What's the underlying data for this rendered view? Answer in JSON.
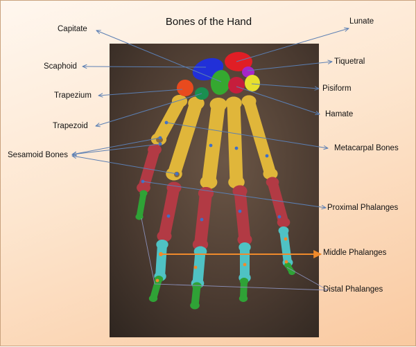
{
  "title": "Bones of the Hand",
  "labels": {
    "capitate": "Capitate",
    "lunate": "Lunate",
    "scaphoid": "Scaphoid",
    "tiquetral": "Tiquetral",
    "trapezium": "Trapezium",
    "pisiform": "Pisiform",
    "hamate": "Hamate",
    "trapezoid": "Trapezoid",
    "sesamoid": "Sesamoid Bones",
    "metacarpal": "Metacarpal Bones",
    "proximal": "Proximal Phalanges",
    "middle": "Middle Phalanges",
    "distal": "Distal Phalanges"
  },
  "colors": {
    "background": "#fde6cf",
    "photo_background": "#4a3a30",
    "leader_line": "#5b7fb3",
    "metacarpal": "#e0b63a",
    "proximal_phalanx": "#b23a44",
    "middle_phalanx": "#4fc2c4",
    "distal_phalanx": "#2fa236",
    "capitate": "#35a830",
    "lunate": "#e01e25",
    "scaphoid": "#2130d8",
    "trapezium": "#e84a1e",
    "trapezoid": "#1a8f50",
    "hamate": "#c61e3c",
    "pisiform": "#e6e02e",
    "tiquetral": "#a526c8",
    "middle_arrow": "#f08a2b"
  }
}
